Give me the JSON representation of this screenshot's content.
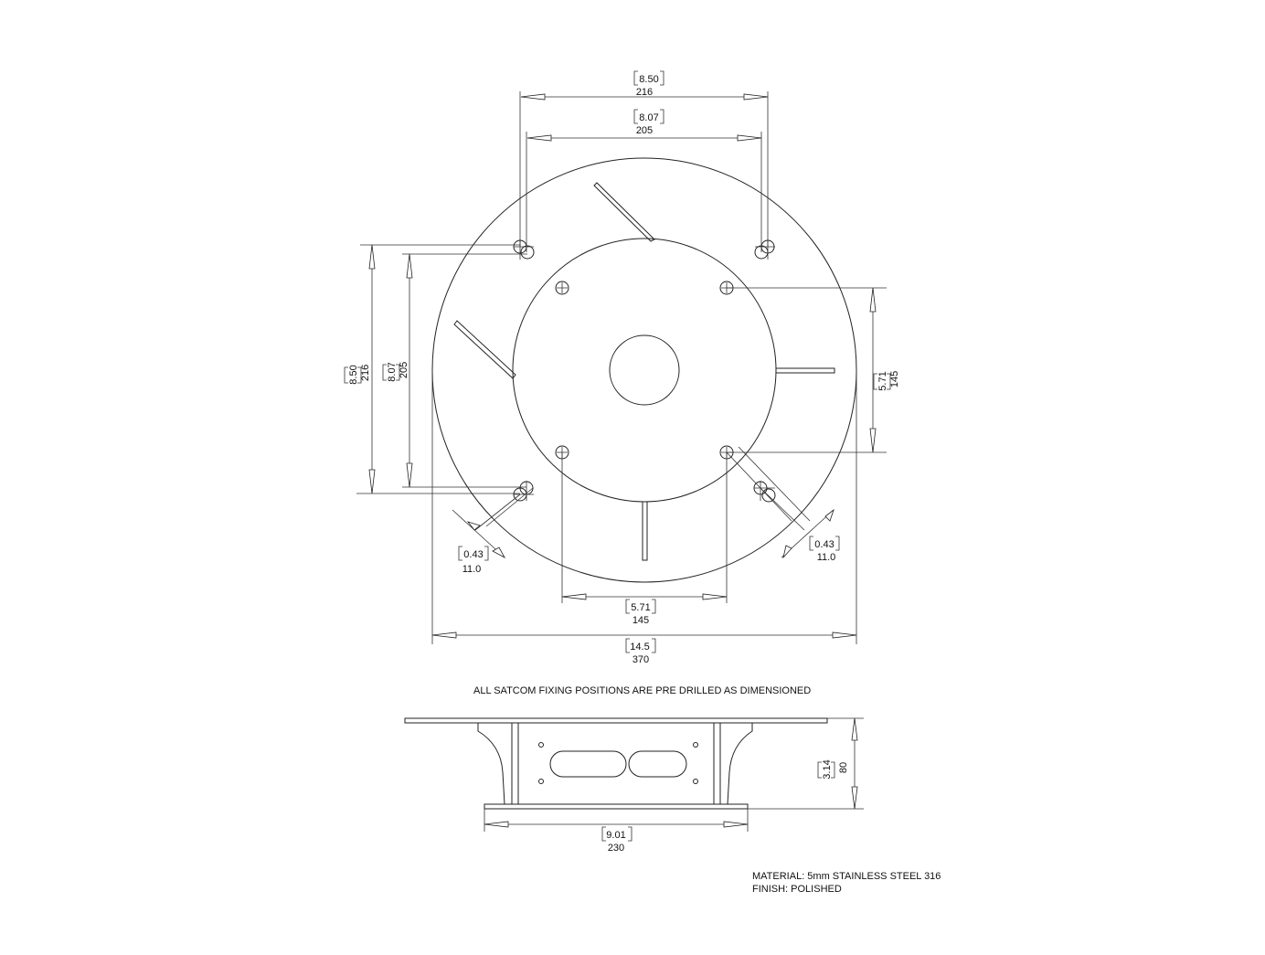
{
  "dimensions": {
    "top_outer": {
      "inch": "8.50",
      "mm": "216"
    },
    "top_inner": {
      "inch": "8.07",
      "mm": "205"
    },
    "left_outer": {
      "inch": "8.50",
      "mm": "216"
    },
    "left_inner": {
      "inch": "8.07",
      "mm": "205"
    },
    "right_pcd": {
      "inch": "5.71",
      "mm": "145"
    },
    "slot_left": {
      "inch": "0.43",
      "mm": "11.0"
    },
    "slot_right": {
      "inch": "0.43",
      "mm": "11.0"
    },
    "bottom_pcd": {
      "inch": "5.71",
      "mm": "145"
    },
    "overall_diameter": {
      "inch": "14.5",
      "mm": "370"
    },
    "side_height": {
      "inch": "3.14",
      "mm": "80"
    },
    "side_width": {
      "inch": "9.01",
      "mm": "230"
    }
  },
  "notes": {
    "fixing": "ALL SATCOM FIXING POSITIONS ARE PRE DRILLED AS DIMENSIONED",
    "material": "MATERIAL: 5mm STAINLESS STEEL 316",
    "finish": "FINISH: POLISHED"
  }
}
